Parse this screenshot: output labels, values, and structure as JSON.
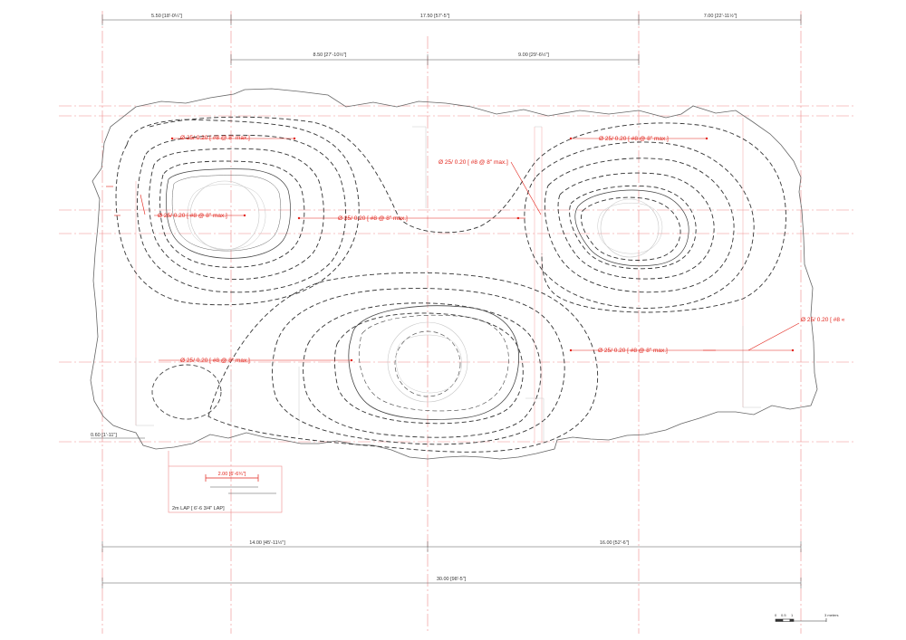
{
  "colors": {
    "rebar": "#e2231a",
    "gridline": "#f08a8a",
    "outline": "#666666",
    "contour": "#333333",
    "dimension": "#555555",
    "faint": "#c8c8c8"
  },
  "dimensions": {
    "top_left": "5.50 [18'-0¼\"]",
    "top_center": "17.50 [57'-5\"]",
    "top_right": "7.00 [22'-11½\"]",
    "upper_left": "8.50 [27'-10½\"]",
    "upper_right": "9.00 [29'-6½\"]",
    "left_side": "0.60 [1'-11\"]",
    "lap_length": "2.00 [6'-6¾\"]",
    "lap_note": "2m LAP [ 6'-6 3/4\" LAP]",
    "bottom_left": "14.00 [45'-11½\"]",
    "bottom_right": "16.00 [52'-6\"]",
    "bottom_total": "30.00 [98'-5\"]"
  },
  "rebar_labels": {
    "r1": "Ø 25/ 0.20 [ #8 @ 8\" max.]",
    "r2": "Ø 25/ 0.20 [ #8 @ 8\" max.]",
    "r3": "Ø 25/ 0.20 [ #8 @ 8\" max.]",
    "r4": "Ø 25/ 0.20 [ #8 @ 8\" max.]",
    "r5": "Ø 25/ 0.20 [ #8 @ 8\" max.]",
    "r6": "Ø 25/ 0.20 [ #8 @ 8\" max.]",
    "r7": "Ø 25/ 0.20 [ #8 @ 8\" max.]",
    "r8": "Ø 25/ 0.20 [ #8 «"
  },
  "scale_bar": {
    "t0": "0",
    "t1": "0.5",
    "t2": "1",
    "t3": "3 meters"
  }
}
